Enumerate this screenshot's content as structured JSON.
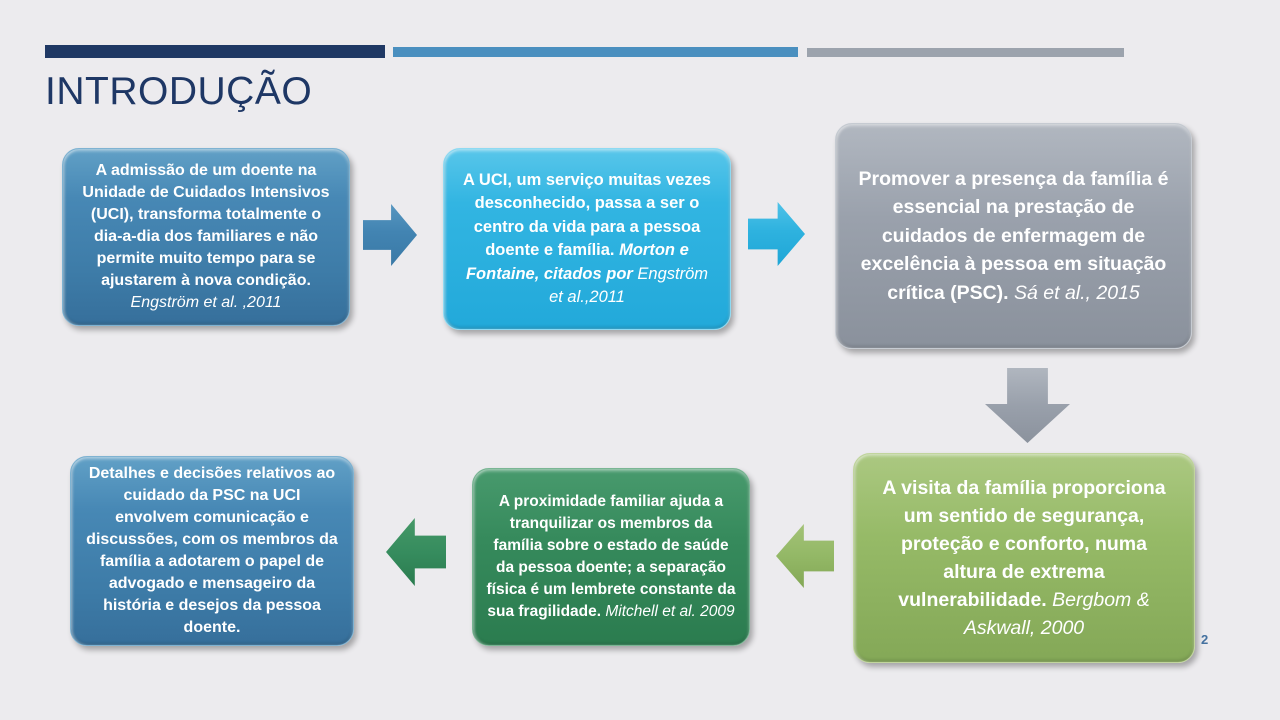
{
  "slide": {
    "title": "INTRODUÇÃO",
    "page_number": "2"
  },
  "colors": {
    "background": "#ECEBEE",
    "title_text": "#1E3765",
    "bar_navy": "#1F3864",
    "bar_blue": "#4A8FBF",
    "bar_gray": "#9CA3AD",
    "box_blue": "#4384B1",
    "box_cyan": "#2FB3E0",
    "box_gray": "#99A0AB",
    "box_green_light": "#95B966",
    "box_green_dark": "#35895B",
    "box_text": "#FFFFFF"
  },
  "boxes": [
    {
      "id": "admissao-uci",
      "text": "A admissão de um doente na Unidade de Cuidados Intensivos (UCI), transforma totalmente o dia-a-dia dos familiares e não permite muito tempo para se ajustarem à nova condição. ",
      "citation": "Engström et al. ,2011"
    },
    {
      "id": "uci-servico-desconhecido",
      "text": "A UCI, um serviço muitas vezes desconhecido, passa a ser o centro da vida para a pessoa doente e família. ",
      "citation_bold": "Morton e Fontaine, citados por ",
      "citation": "Engström et al.,2011"
    },
    {
      "id": "promover-presenca",
      "text": "Promover a presença da família é essencial na prestação de cuidados de enfermagem de excelência à pessoa em situação crítica (PSC). ",
      "citation": "Sá et al., 2015"
    },
    {
      "id": "visita-familia",
      "text": "A visita da família proporciona um sentido de segurança, proteção e conforto, numa altura de extrema vulnerabilidade. ",
      "citation": "Bergbom & Askwall, 2000"
    },
    {
      "id": "proximidade-familiar",
      "text": "A proximidade familiar ajuda a tranquilizar os membros da família sobre o estado de saúde da pessoa doente; a separação física é um lembrete constante da sua fragilidade. ",
      "citation": "Mitchell et al. 2009"
    },
    {
      "id": "detalhes-decisoes",
      "text": "Detalhes e decisões relativos ao cuidado da PSC na UCI envolvem comunicação e discussões, com os membros da família a adotarem o papel de advogado e mensageiro da história e desejos da pessoa doente."
    }
  ],
  "arrows": [
    {
      "id": "arrow-box1-box2",
      "direction": "right",
      "color": "#4284B2"
    },
    {
      "id": "arrow-box2-box3",
      "direction": "right",
      "color": "#2EB2DF"
    },
    {
      "id": "arrow-box3-box4",
      "direction": "down",
      "color": "#99A0AB"
    },
    {
      "id": "arrow-box4-box5",
      "direction": "left",
      "color": "#93B866"
    },
    {
      "id": "arrow-box5-box6",
      "direction": "left",
      "color": "#368C5E"
    }
  ]
}
